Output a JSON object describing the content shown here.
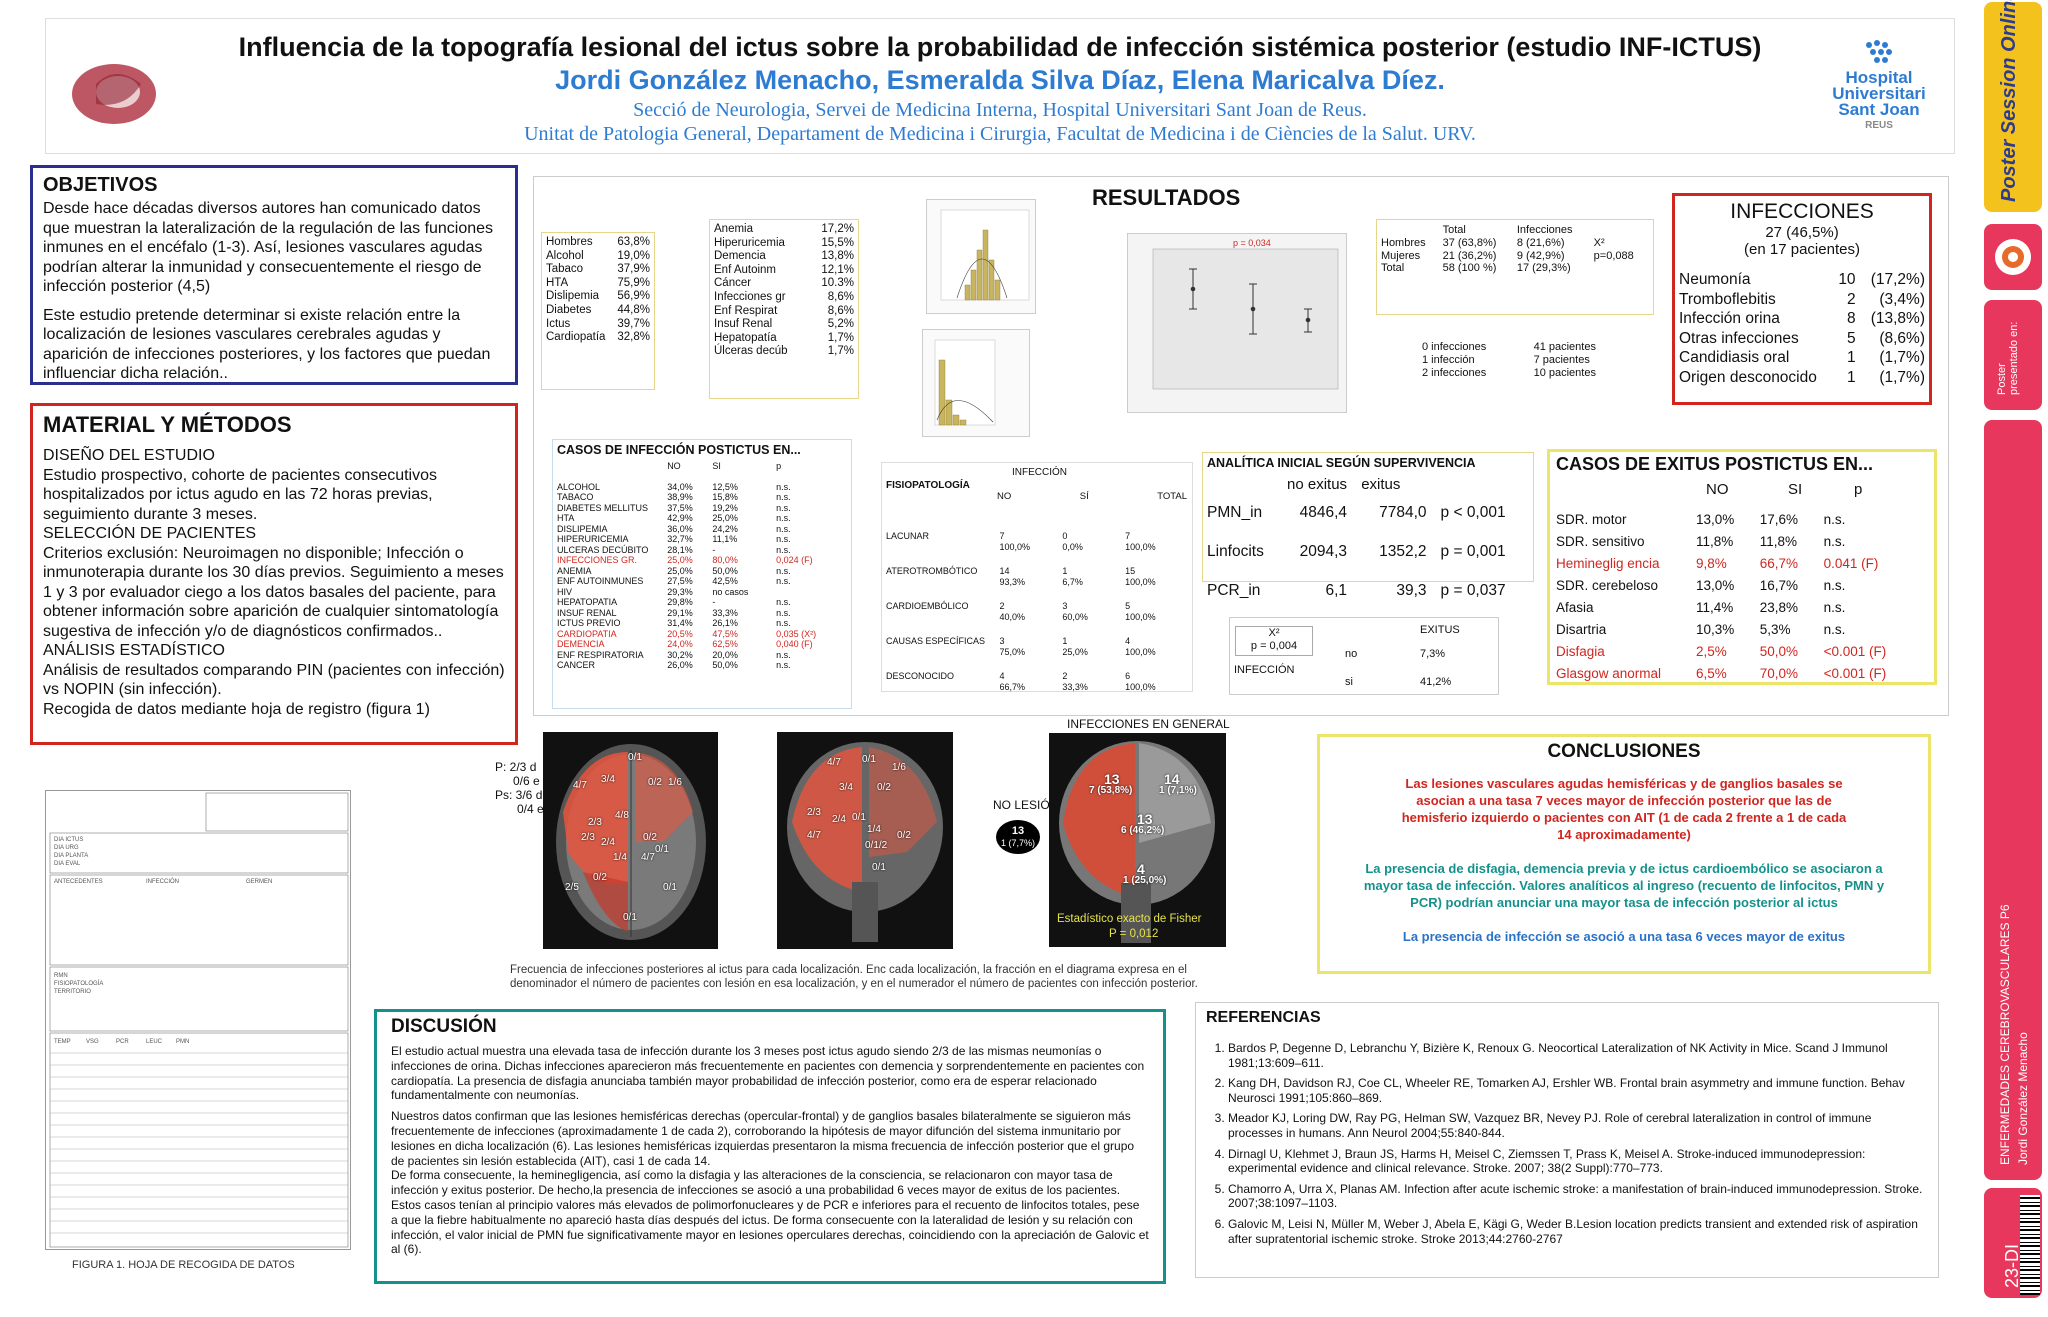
{
  "header": {
    "title": "Influencia de la topografía lesional del ictus sobre la probabilidad de infección sistémica posterior (estudio INF-ICTUS)",
    "authors": "Jordi González Menacho, Esmeralda Silva Díaz, Elena Maricalva Díez.",
    "aff1": "Secció de Neurologia, Servei de Medicina Interna,  Hospital Universitari Sant Joan de Reus.",
    "aff2": "Unitat de Patologia General,  Departament de Medicina i Cirurgia, Facultat de Medicina i de Ciències de la Salut. URV.",
    "hosp_logo": [
      "Hospital",
      "Universitari",
      "Sant Joan",
      "REUS"
    ]
  },
  "objetivos": {
    "title": "OBJETIVOS",
    "p1": "Desde hace décadas diversos autores han comunicado datos que muestran la lateralización de la regulación de las funciones inmunes en el encéfalo (1-3). Así, lesiones vasculares agudas podrían alterar la inmunidad y consecuentemente el riesgo de infección posterior (4,5)",
    "p2": "Este estudio pretende determinar si existe relación entre la localización de lesiones vasculares cerebrales agudas y aparición de infecciones posteriores, y los factores que puedan influenciar dicha relación.."
  },
  "metodos": {
    "title": "MATERIAL Y MÉTODOS",
    "h1": "DISEÑO DEL ESTUDIO",
    "p1": "Estudio prospectivo, cohorte de pacientes consecutivos hospitalizados por ictus agudo en las 72 horas previas, seguimiento durante 3 meses.",
    "h2": "SELECCIÓN DE PACIENTES",
    "p2": "Criterios exclusión: Neuroimagen no disponible; Infección o inmunoterapia durante los 30 días previos. Seguimiento a meses 1 y 3 por evaluador ciego a los datos basales del paciente, para obtener información sobre aparición de cualquier sintomatología sugestiva de infección y/o de diagnósticos confirmados..",
    "h3": "ANÁLISIS ESTADÍSTICO",
    "p3": "Análisis de resultados comparando PIN (pacientes con infección) vs NOPIN (sin infección).",
    "p4": "Recogida de datos mediante hoja de registro (figura 1)"
  },
  "figura1": {
    "caption": "FIGURA 1. HOJA DE RECOGIDA DE DATOS"
  },
  "resultados": {
    "title": "RESULTADOS",
    "demog": [
      [
        "Hombres",
        "63,8%"
      ],
      [
        "",
        ""
      ],
      [
        "Alcohol",
        "19,0%"
      ],
      [
        "Tabaco",
        "37,9%"
      ],
      [
        "",
        ""
      ],
      [
        "HTA",
        "75,9%"
      ],
      [
        "Dislipemia",
        "56,9%"
      ],
      [
        "Diabetes",
        "44,8%"
      ],
      [
        "Ictus",
        "39,7%"
      ],
      [
        "Cardiopatía",
        "32,8%"
      ]
    ],
    "comorb": [
      [
        "Anemia",
        "17,2%"
      ],
      [
        "Hiperuricemia",
        "15,5%"
      ],
      [
        "Demencia",
        "13,8%"
      ],
      [
        "Enf Autoinm",
        "12,1%"
      ],
      [
        "Cáncer",
        "10.3%"
      ],
      [
        "",
        ""
      ],
      [
        "Infecciones gr",
        "8,6%"
      ],
      [
        "Enf Respirat",
        "8,6%"
      ],
      [
        "Insuf Renal",
        "5,2%"
      ],
      [
        "",
        ""
      ],
      [
        "Hepatopatía",
        "1,7%"
      ],
      [
        "Úlceras decúb",
        "1,7%"
      ]
    ],
    "pvalue_plot": "p = 0,034",
    "sexo_table": {
      "headers": [
        "",
        "Total",
        "Infecciones"
      ],
      "rows": [
        [
          "Hombres",
          "37 (63,8%)",
          "8 (21,6%)",
          "X²"
        ],
        [
          "Mujeres",
          "21 (36,2%)",
          "9 (42,9%)",
          "p=0,088"
        ],
        [
          "",
          "",
          "",
          ""
        ],
        [
          "Total",
          "58 (100 %)",
          "17 (29,3%)",
          ""
        ]
      ]
    },
    "infec_count": [
      [
        "0 infecciones",
        "41 pacientes"
      ],
      [
        "1 infección",
        "7 pacientes"
      ],
      [
        "2 infecciones",
        "10 pacientes"
      ]
    ]
  },
  "infecciones": {
    "title": "INFECCIONES",
    "total": "27     (46,5%)",
    "sub": "(en 17 pacientes)",
    "rows": [
      [
        "Neumonía",
        "10",
        "(17,2%)"
      ],
      [
        "Tromboflebitis",
        "2",
        "(3,4%)"
      ],
      [
        "Infección orina",
        "8",
        "(13,8%)"
      ],
      [
        "Otras infecciones",
        "5",
        "(8,6%)"
      ],
      [
        "Candidiasis oral",
        "1",
        "(1,7%)"
      ],
      [
        "Origen desconocido",
        "1",
        "(1,7%)"
      ]
    ]
  },
  "casos_inf": {
    "title": "CASOS DE INFECCIÓN POSTICTUS EN...",
    "headers": [
      "",
      "NO",
      "SI",
      "p"
    ],
    "rows": [
      [
        "ALCOHOL",
        "34,0%",
        "12,5%",
        "n.s.",
        ""
      ],
      [
        "TABACO",
        "38,9%",
        "15,8%",
        "n.s.",
        ""
      ],
      [
        "DIABETES MELLITUS",
        "37,5%",
        "19,2%",
        "n.s.",
        ""
      ],
      [
        "HTA",
        "42,9%",
        "25,0%",
        "n.s.",
        ""
      ],
      [
        "DISLIPEMIA",
        "36,0%",
        "24,2%",
        "n.s.",
        ""
      ],
      [
        "HIPERURICEMIA",
        "32,7%",
        "11,1%",
        "n.s.",
        ""
      ],
      [
        "ULCERAS DECÚBITO",
        "28,1%",
        "-",
        "n.s.",
        ""
      ],
      [
        "INFECCIONES GR.",
        "25,0%",
        "80,0%",
        "0,024 (F)",
        "red"
      ],
      [
        "ANEMIA",
        "25,0%",
        "50,0%",
        "n.s.",
        ""
      ],
      [
        "ENF AUTOINMUNES",
        "27,5%",
        "42,5%",
        "n.s.",
        ""
      ],
      [
        "HIV",
        "29,3%",
        "no casos",
        "",
        ""
      ],
      [
        "HEPATOPATIA",
        "29,8%",
        "-",
        "n.s.",
        ""
      ],
      [
        "INSUF RENAL",
        "29,1%",
        "33,3%",
        "n.s.",
        ""
      ],
      [
        "ICTUS PREVIO",
        "31,4%",
        "26,1%",
        "n.s.",
        ""
      ],
      [
        "CARDIOPATIA",
        "20,5%",
        "47,5%",
        "0,035 (X²)",
        "red"
      ],
      [
        "DEMENCIA",
        "24,0%",
        "62,5%",
        "0,040 (F)",
        "red"
      ],
      [
        "ENF RESPIRATORIA",
        "30,2%",
        "20,0%",
        "n.s.",
        ""
      ],
      [
        "CANCER",
        "26,0%",
        "50,0%",
        "n.s.",
        ""
      ]
    ]
  },
  "fisiopat": {
    "title": "FISIOPATOLOGÍA",
    "inf_header": "INFECCIÓN",
    "headers": [
      "NO",
      "SÍ",
      "TOTAL"
    ],
    "rows": [
      [
        "LACUNAR",
        "7",
        "100,0%",
        "0",
        "0,0%",
        "7",
        "100,0%"
      ],
      [
        "ATEROTROMBÓTICO",
        "14",
        "93,3%",
        "1",
        "6,7%",
        "15",
        "100,0%"
      ],
      [
        "CARDIOEMBÓLICO",
        "2",
        "40,0%",
        "3",
        "60,0%",
        "5",
        "100,0%"
      ],
      [
        "CAUSAS ESPECÍFICAS",
        "3",
        "75,0%",
        "1",
        "25,0%",
        "4",
        "100,0%"
      ],
      [
        "DESCONOCIDO",
        "4",
        "66,7%",
        "2",
        "33,3%",
        "6",
        "100,0%"
      ]
    ]
  },
  "analitica": {
    "title": "ANALÍTICA INICIAL SEGÚN SUPERVIVENCIA",
    "headers": [
      "no exitus",
      "exitus"
    ],
    "rows": [
      [
        "PMN_in",
        "4846,4",
        "7784,0",
        "p < 0,001"
      ],
      [
        "Linfocits",
        "2094,3",
        "1352,2",
        "p = 0,001"
      ],
      [
        "PCR_in",
        "6,1",
        "39,3",
        "p = 0,037"
      ]
    ]
  },
  "exitus_small": {
    "chi": "X²",
    "p": "p = 0,004",
    "header": "EXITUS",
    "row_label": "INFECCIÓN",
    "rows": [
      [
        "no",
        "7,3%"
      ],
      [
        "si",
        "41,2%"
      ]
    ]
  },
  "exitus": {
    "title": "CASOS DE EXITUS POSTICTUS EN...",
    "headers": [
      "NO",
      "SI",
      "p"
    ],
    "rows": [
      [
        "SDR. motor",
        "13,0%",
        "17,6%",
        "n.s.",
        ""
      ],
      [
        "SDR. sensitivo",
        "11,8%",
        "11,8%",
        "n.s.",
        ""
      ],
      [
        "Hemineglig encia",
        "9,8%",
        "66,7%",
        "0.041 (F)",
        "red"
      ],
      [
        "SDR. cerebeloso",
        "13,0%",
        "16,7%",
        "n.s.",
        ""
      ],
      [
        "Afasia",
        "11,4%",
        "23,8%",
        "n.s.",
        ""
      ],
      [
        "Disartria",
        "10,3%",
        "5,3%",
        "n.s.",
        ""
      ],
      [
        "Disfagia",
        "2,5%",
        "50,0%",
        "<0.001 (F)",
        "red"
      ],
      [
        "Glasgow anormal",
        "6,5%",
        "70,0%",
        "<0.001 (F)",
        "red"
      ]
    ]
  },
  "brains": {
    "infec_general": "INFECCIONES EN GENERAL",
    "p_label": [
      "P: 2/3 d",
      "0/6 e",
      "Ps: 3/6 d",
      "0/4 e"
    ],
    "no_lesion": "NO LESIÓ",
    "no_lesion_n": "13",
    "no_lesion_pct": "1 (7,7%)",
    "axial": [
      "0/1",
      "4/7",
      "3/4",
      "0/2",
      "1/6",
      "2/3",
      "4/8",
      "2/3",
      "2/4",
      "0/2",
      "0/1",
      "1/4",
      "4/7",
      "2/5",
      "0/2",
      "0/1",
      "0/1"
    ],
    "coronal": [
      "4/7",
      "0/1",
      "1/6",
      "3/4",
      "0/2",
      "2/3",
      "2/4",
      "4/7",
      "0/1",
      "1/4",
      "0/2",
      "0/1/2",
      "0/1"
    ],
    "coronal2": [
      "13",
      "7 (53,8%)",
      "14",
      "1 (7,1%)",
      "13",
      "6 (46,2%)",
      "4",
      "1 (25,0%)"
    ],
    "fisher": "Estadístico exacto de Fisher",
    "fisher_p": "P = 0,012",
    "caption": "Frecuencia de infecciones posteriores al ictus para cada localización. Enc cada localización, la fracción en el diagrama expresa en el denominador el número de pacientes con lesión en esa localización, y en el numerador el número de pacientes con infección posterior."
  },
  "conclusiones": {
    "title": "CONCLUSIONES",
    "c1": "Las lesiones vasculares agudas hemisféricas y de ganglios basales se asocian a una tasa 7 veces mayor de infección posterior que las de hemisferio izquierdo o pacientes con AIT (1 de cada 2 frente a 1 de cada 14 aproximadamente)",
    "c2": "La presencia de disfagia, demencia previa y de ictus cardioembólico se asociaron a mayor tasa de infección. Valores analíticos al ingreso (recuento de linfocitos, PMN y PCR) podrían anunciar una mayor tasa de infección posterior al ictus",
    "c3": "La presencia de infección se asoció a una tasa 6 veces mayor de exitus"
  },
  "discusion": {
    "title": "DISCUSIÓN",
    "p1": "El estudio actual muestra una elevada tasa de infección durante los 3 meses post ictus agudo siendo 2/3 de las mismas neumonías o infecciones de orina. Dichas infecciones aparecieron más frecuentemente en pacientes con demencia y sorprendentemente en pacientes con cardiopatía. La presencia de disfagia anunciaba también mayor probabilidad de infección posterior, como era de esperar relacionado fundamentalmente con neumonías.",
    "p2": "Nuestros datos confirman que las lesiones hemisféricas derechas (opercular-frontal) y de ganglios basales bilateralmente se siguieron más frecuentemente de infecciones (aproximadamente 1 de cada 2), corroborando la hipótesis de mayor difunción del sistema inmunitario por lesiones en dicha localización (6). Las lesiones hemisféricas izquierdas presentaron la misma frecuencia de infección posterior que el grupo de pacientes sin lesión establecida (AIT), casi 1 de cada 14.",
    "p3": "De forma consecuente, la heminegligencia, así como la disfagia y las alteraciones de la consciencia, se relacionaron con mayor tasa de infección y exitus posterior. De hecho,la presencia de infecciones se asoció a una probabilidad 6 veces mayor de exitus de los pacientes. Estos casos tenían al principio valores más elevados de polimorfonucleares y de PCR e inferiores para el recuento de linfocitos totales, pese a que la fiebre habitualmente no apareció hasta días después del ictus. De forma consecuente con la lateralidad de lesión y su relación con infección, el valor inicial de PMN fue significativamente mayor en lesiones operculares derechas, coincidiendo con la apreciación de Galovic et al (6)."
  },
  "referencias": {
    "title": "REFERENCIAS",
    "items": [
      "Bardos P, Degenne D, Lebranchu Y, Bizière K, Renoux G. Neocortical Lateralization of NK Activity in Mice. Scand J Immunol 1981;13:609–611.",
      "Kang DH, Davidson RJ, Coe CL, Wheeler RE, Tomarken AJ, Ershler WB. Frontal brain asymmetry and immune function. Behav Neurosci 1991;105:860–869.",
      "Meador KJ, Loring DW, Ray PG, Helman SW, Vazquez BR, Nevey PJ. Role of cerebral lateralization in control of immune processes in humans. Ann Neurol 2004;55:840-844.",
      "Dirnagl U, Klehmet J, Braun JS, Harms H, Meisel C, Ziemssen T, Prass K, Meisel A. Stroke-induced immunodepression: experimental evidence and clinical relevance. Stroke. 2007; 38(2 Suppl):770–773.",
      "Chamorro A, Urra X, Planas AM. Infection after acute ischemic stroke: a manifestation of brain-induced immunodepression. Stroke. 2007;38:1097–1103.",
      "Galovic M, Leisi N, Müller M, Weber J, Abela E, Kägi G, Weder B.Lesion location predicts transient and extended risk of aspiration after supratentorial ischemic stroke. Stroke 2013;44:2760-2767"
    ]
  },
  "sidebar": {
    "poster_session": "Poster Session Online",
    "presented": "Poster presentado en:",
    "category": "ENFERMEDADES CEREBROVASCULARES P6",
    "author": "Jordi González Menacho",
    "code": "23-DI"
  }
}
